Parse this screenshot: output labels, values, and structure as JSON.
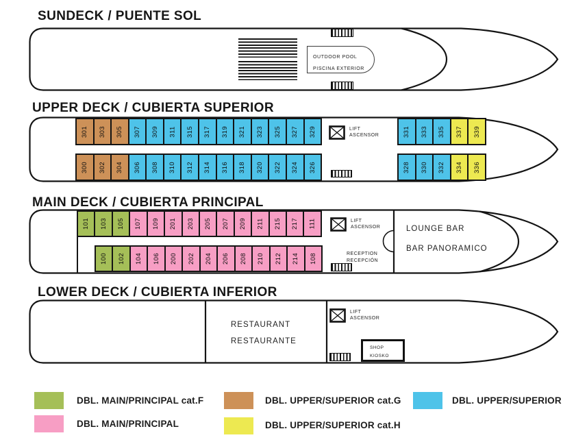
{
  "colors": {
    "f": "#A5BF58",
    "p": "#F79EC4",
    "g": "#CD9158",
    "h": "#EDE951",
    "u": "#4EC3E9"
  },
  "lift": {
    "line1": "LIFT",
    "line2": "ASCENSOR"
  },
  "decks": {
    "sundeck": {
      "title": "SUNDECK / PUENTE SOL",
      "pool": {
        "line1": "OUTDOOR POOL",
        "line2": "PISCINA EXTERIOR"
      }
    },
    "upper": {
      "title": "UPPER DECK / CUBIERTA SUPERIOR",
      "rows": {
        "top_left": [
          {
            "n": "301",
            "c": "g"
          },
          {
            "n": "303",
            "c": "g"
          },
          {
            "n": "305",
            "c": "g"
          },
          {
            "n": "307",
            "c": "u"
          },
          {
            "n": "309",
            "c": "u"
          },
          {
            "n": "311",
            "c": "u"
          },
          {
            "n": "315",
            "c": "u"
          },
          {
            "n": "317",
            "c": "u"
          },
          {
            "n": "319",
            "c": "u"
          },
          {
            "n": "321",
            "c": "u"
          },
          {
            "n": "323",
            "c": "u"
          },
          {
            "n": "325",
            "c": "u"
          },
          {
            "n": "327",
            "c": "u"
          },
          {
            "n": "329",
            "c": "u"
          }
        ],
        "bottom_left": [
          {
            "n": "300",
            "c": "g"
          },
          {
            "n": "302",
            "c": "g"
          },
          {
            "n": "304",
            "c": "g"
          },
          {
            "n": "306",
            "c": "u"
          },
          {
            "n": "308",
            "c": "u"
          },
          {
            "n": "310",
            "c": "u"
          },
          {
            "n": "312",
            "c": "u"
          },
          {
            "n": "314",
            "c": "u"
          },
          {
            "n": "316",
            "c": "u"
          },
          {
            "n": "318",
            "c": "u"
          },
          {
            "n": "320",
            "c": "u"
          },
          {
            "n": "322",
            "c": "u"
          },
          {
            "n": "324",
            "c": "u"
          },
          {
            "n": "326",
            "c": "u"
          }
        ],
        "top_right": [
          {
            "n": "331",
            "c": "u"
          },
          {
            "n": "333",
            "c": "u"
          },
          {
            "n": "335",
            "c": "u"
          },
          {
            "n": "337",
            "c": "h"
          },
          {
            "n": "339",
            "c": "h"
          }
        ],
        "bottom_right": [
          {
            "n": "328",
            "c": "u"
          },
          {
            "n": "330",
            "c": "u"
          },
          {
            "n": "332",
            "c": "u"
          },
          {
            "n": "334",
            "c": "h"
          },
          {
            "n": "336",
            "c": "h"
          }
        ]
      }
    },
    "main": {
      "title": "MAIN DECK / CUBIERTA PRINCIPAL",
      "reception": {
        "line1": "RECEPTION",
        "line2": "RECEPCIÓN"
      },
      "lounge": {
        "line1": "LOUNGE BAR",
        "line2": "BAR PANORAMICO"
      },
      "rows": {
        "top": [
          {
            "n": "101",
            "c": "f"
          },
          {
            "n": "103",
            "c": "f"
          },
          {
            "n": "105",
            "c": "f"
          },
          {
            "n": "107",
            "c": "p"
          },
          {
            "n": "109",
            "c": "p"
          },
          {
            "n": "201",
            "c": "p"
          },
          {
            "n": "203",
            "c": "p"
          },
          {
            "n": "205",
            "c": "p"
          },
          {
            "n": "207",
            "c": "p"
          },
          {
            "n": "209",
            "c": "p"
          },
          {
            "n": "211",
            "c": "p"
          },
          {
            "n": "215",
            "c": "p"
          },
          {
            "n": "217",
            "c": "p"
          },
          {
            "n": "111",
            "c": "p"
          }
        ],
        "bottom": [
          {
            "n": "100",
            "c": "f"
          },
          {
            "n": "102",
            "c": "f"
          },
          {
            "n": "104",
            "c": "p"
          },
          {
            "n": "106",
            "c": "p"
          },
          {
            "n": "200",
            "c": "p"
          },
          {
            "n": "202",
            "c": "p"
          },
          {
            "n": "204",
            "c": "p"
          },
          {
            "n": "206",
            "c": "p"
          },
          {
            "n": "208",
            "c": "p"
          },
          {
            "n": "210",
            "c": "p"
          },
          {
            "n": "212",
            "c": "p"
          },
          {
            "n": "214",
            "c": "p"
          },
          {
            "n": "108",
            "c": "p"
          }
        ]
      }
    },
    "lower": {
      "title": "LOWER DECK / CUBIERTA INFERIOR",
      "restaurant": {
        "line1": "RESTAURANT",
        "line2": "RESTAURANTE"
      },
      "shop": {
        "line1": "SHOP",
        "line2": "KIOSKO"
      }
    }
  },
  "legend": {
    "items": [
      {
        "label": "DBL. MAIN/PRINCIPAL cat.F"
      },
      {
        "label": "DBL. MAIN/PRINCIPAL"
      },
      {
        "label": "DBL. UPPER/SUPERIOR  cat.G"
      },
      {
        "label": "DBL. UPPER/SUPERIOR  cat.H"
      },
      {
        "label": "DBL. UPPER/SUPERIOR"
      }
    ]
  }
}
